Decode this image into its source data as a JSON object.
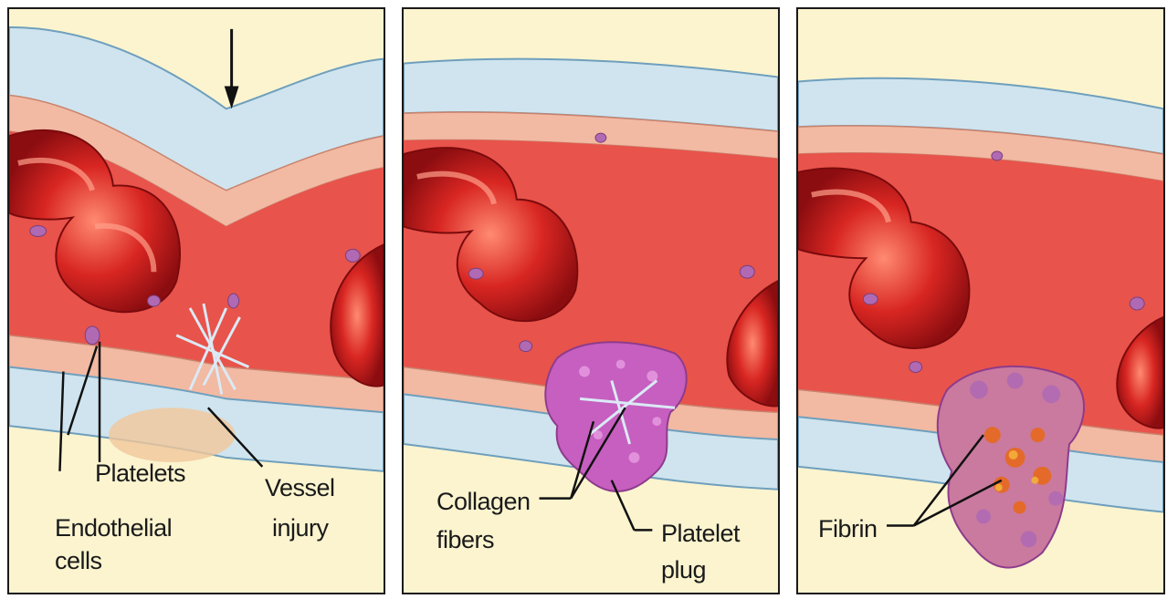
{
  "panels": [
    {
      "labels": {
        "platelets": "Platelets",
        "endothelial_1": "Endothelial",
        "endothelial_2": "cells",
        "vessel_1": "Vessel",
        "vessel_2": "injury"
      }
    },
    {
      "labels": {
        "collagen_1": "Collagen",
        "collagen_2": "fibers",
        "plug_1": "Platelet",
        "plug_2": "plug"
      }
    },
    {
      "labels": {
        "fibrin": "Fibrin"
      }
    }
  ],
  "colors": {
    "background": "#fbf4cf",
    "outer_wall": "#cfe4ee",
    "endothelium": "#f2b9a3",
    "lumen": "#e8534b",
    "red_cell": "#d3201f",
    "platelet": "#b06ab3",
    "fibrin": "#e46a2a"
  }
}
